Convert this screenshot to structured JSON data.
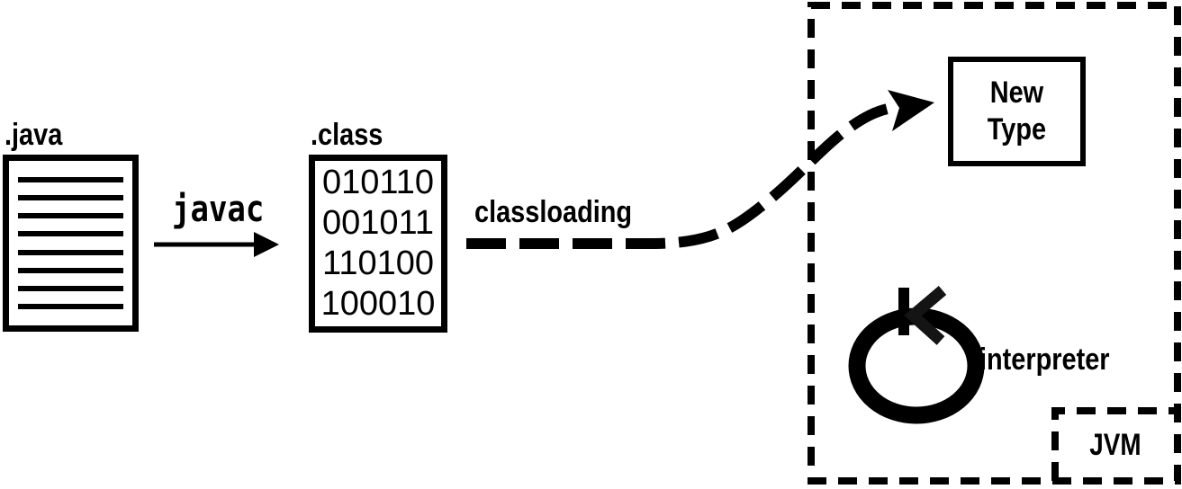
{
  "labels": {
    "java_file": ".java",
    "javac": "javac",
    "class_file": ".class",
    "classloading": "classloading",
    "interpreter": "interpreter",
    "jvm": "JVM"
  },
  "new_type_box": {
    "line1": "New",
    "line2": "Type"
  },
  "class_file_contents": [
    "010110",
    "001011",
    "110100",
    "100010"
  ],
  "icons": {
    "java_source": "document-lines-icon",
    "javac_arrow": "solid-right-arrow-icon",
    "classloading_arrow": "dashed-curved-arrow-icon",
    "interpreter_loop": "loop-cycle-arrow-icon",
    "jvm_boundary": "dashed-box-outline",
    "jvm_corner_box": "dashed-corner-notch-box"
  },
  "colors": {
    "ink": "#000000",
    "background": "#ffffff"
  }
}
